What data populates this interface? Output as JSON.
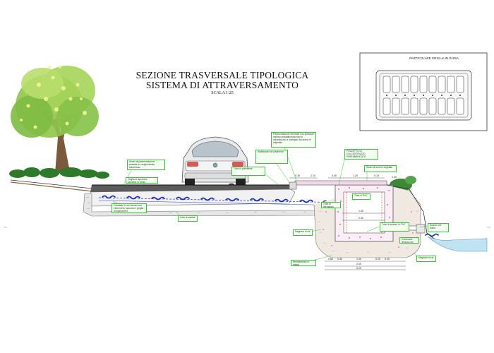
{
  "title": {
    "line1": "SEZIONE TRASVERSALE TIPOLOGICA",
    "line2": "SISTEMA DI ATTRAVERSAMENTO",
    "scale": "SCALA 1:25"
  },
  "detail": {
    "title": "PARTICOLARE GRIGLIA IN GHISA"
  },
  "notes": {
    "n1": "Strato di pavimentazione stradale in conglomerato bituminoso",
    "n2": "Stabilizzato di sottofondo",
    "n3": "Geotessile tessuto non tessuto",
    "n4": "Tubo di drenaggio",
    "n5": "Pavimentazione drenante con spessore minimo stradale/anulo tipo in calcestruzzo a sostegno del piano di calpestio",
    "n6": "Canaletta in cls armato con elementi di raccordo e griglia di ispezione e attraversamento",
    "n7": "Griglia di ispezione carrabile in ghisa",
    "n8": "POZZETTO DI CALCESTRUZZO PREFABBRICATO",
    "n9": "Strato di terreno vegetale",
    "n10": "Tubo in PVC",
    "n11": "Magrone di cls",
    "n12": "Riempimento in ghiaia",
    "n13": "Tubo di scarico in PVC",
    "n14": "Scarico nel fosso",
    "n15": "Magrone di cls",
    "n16": "Tubo in polietilene",
    "n17": "Letto di sabbia"
  },
  "dims": {
    "d1": "0.30",
    "d2": "2.10",
    "d3": "0.40",
    "d4": "1.20",
    "d5": "0.15",
    "d6": "0.60",
    "d7": "0.30",
    "d8": "1.00",
    "d9": "0.20",
    "d10": "2.00",
    "d11": "1.50",
    "d12": "2.30",
    "d13": "0.20",
    "d14": "0.20",
    "d15": "0.30"
  }
}
